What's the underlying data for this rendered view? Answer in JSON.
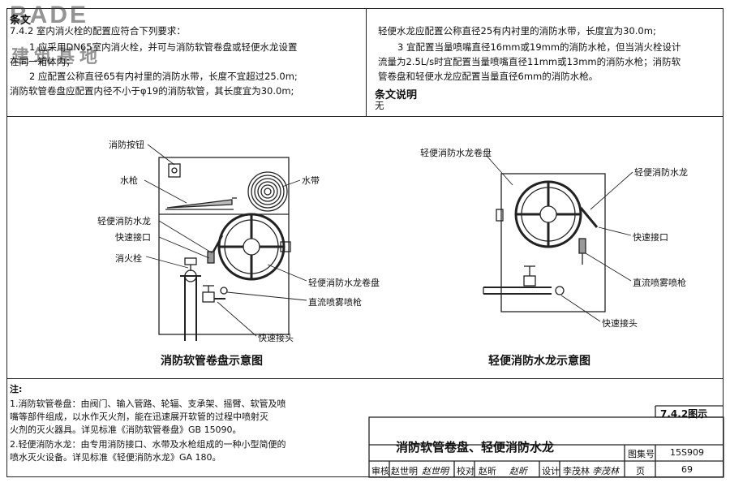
{
  "logo": {
    "latin": "BADE",
    "chinese": "建筑基地"
  },
  "clause": {
    "heading": "条文",
    "left_lines": [
      "7.4.2 室内消火栓的配置应符合下列要求：",
      "1 应采用DN65室内消火栓，并可与消防软管卷盘或轻便水龙设置",
      "在同一箱体内；",
      "2 应配置公称直径65有内衬里的消防水带，长度不宜超过25.0m;",
      "消防软管卷盘应配置内径不小于φ19的消防软管，其长度宜为30.0m;"
    ],
    "right_lines": [
      "轻便水龙应配置公称直径25有内衬里的消防水带，长度宜为30.0m;",
      "3 宜配置当量喷嘴直径16mm或19mm的消防水枪，但当消火栓设计",
      "流量为2.5L/s时宜配置当量喷嘴直径11mm或13mm的消防水枪；消防软",
      "管卷盘和轻便水龙应配置当量直径6mm的消防水枪。"
    ],
    "explanation_heading": "条文说明",
    "explanation_text": "无"
  },
  "diagram_left": {
    "labels": {
      "button": "消防按钮",
      "nozzle": "水枪",
      "hose": "水带",
      "light_hose": "轻便消防水龙",
      "quick_port": "快速接口",
      "hydrant": "消火栓",
      "reel": "轻便消防水龙卷盘",
      "spray_gun": "直流喷雾喷枪",
      "quick_joint": "快速接头"
    },
    "caption": "消防软管卷盘示意图"
  },
  "diagram_right": {
    "labels": {
      "reel": "轻便消防水龙卷盘",
      "light_hose": "轻便消防水龙",
      "quick_port": "快速接口",
      "spray_gun": "直流喷雾喷枪",
      "quick_joint": "快速接头"
    },
    "caption": "轻便消防水龙示意图"
  },
  "notes": {
    "heading": "注:",
    "lines": [
      "1.消防软管卷盘：由阀门、输入管路、轮辐、支承架、摇臂、软管及喷",
      "  嘴等部件组成，以水作灭火剂，能在迅速展开软管的过程中喷射灭",
      "  火剂的灭火器具。详见标准《消防软管卷盘》GB 15090。",
      "2.轻便消防水龙：由专用消防接口、水带及水枪组成的一种小型简便的",
      "  喷水灭火设备。详见标准《轻便消防水龙》GA 180。"
    ]
  },
  "title_block": {
    "figure_no": "7.4.2图示",
    "title": "消防软管卷盘、轻便消防水龙",
    "atlas_label": "图集号",
    "atlas_no": "15S909",
    "review_label": "审核",
    "review_name": "赵世明",
    "review_sign": "赵世明",
    "check_label": "校对",
    "check_name": "赵昕",
    "check_sign": "赵昕",
    "design_label": "设计",
    "design_name": "李茂林",
    "design_sign": "李茂林",
    "page_label": "页",
    "page_no": "69"
  }
}
